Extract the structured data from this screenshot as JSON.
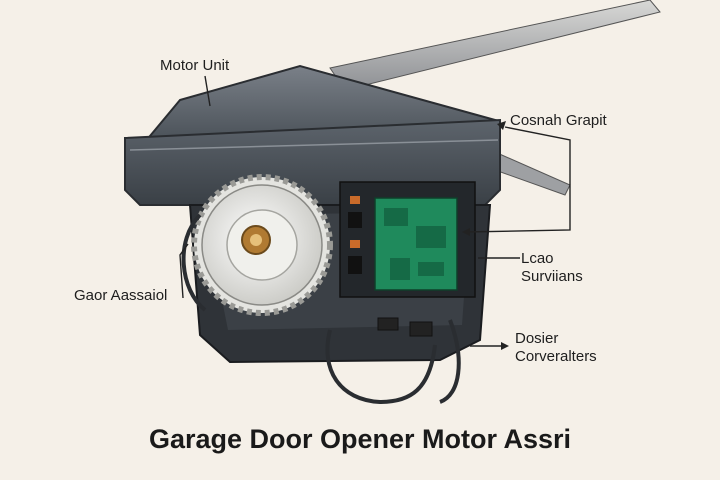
{
  "title": "Garage Door Opener Motor Assri",
  "labels": {
    "motor_unit": "Motor Unit",
    "control_board": "Cosnah Grapit",
    "gear_assembly": "Gaor Aassaiol",
    "limit_switches": [
      "Lcao",
      "Surviians"
    ],
    "power_connectors": [
      "Dosier",
      "Corveralters"
    ]
  },
  "colors": {
    "background": "#f5f0e8",
    "housing": "#4a5158",
    "circuit_board": "#1f8a5c",
    "gear": "#e4e4e0",
    "wiring": "#2a2d31"
  }
}
